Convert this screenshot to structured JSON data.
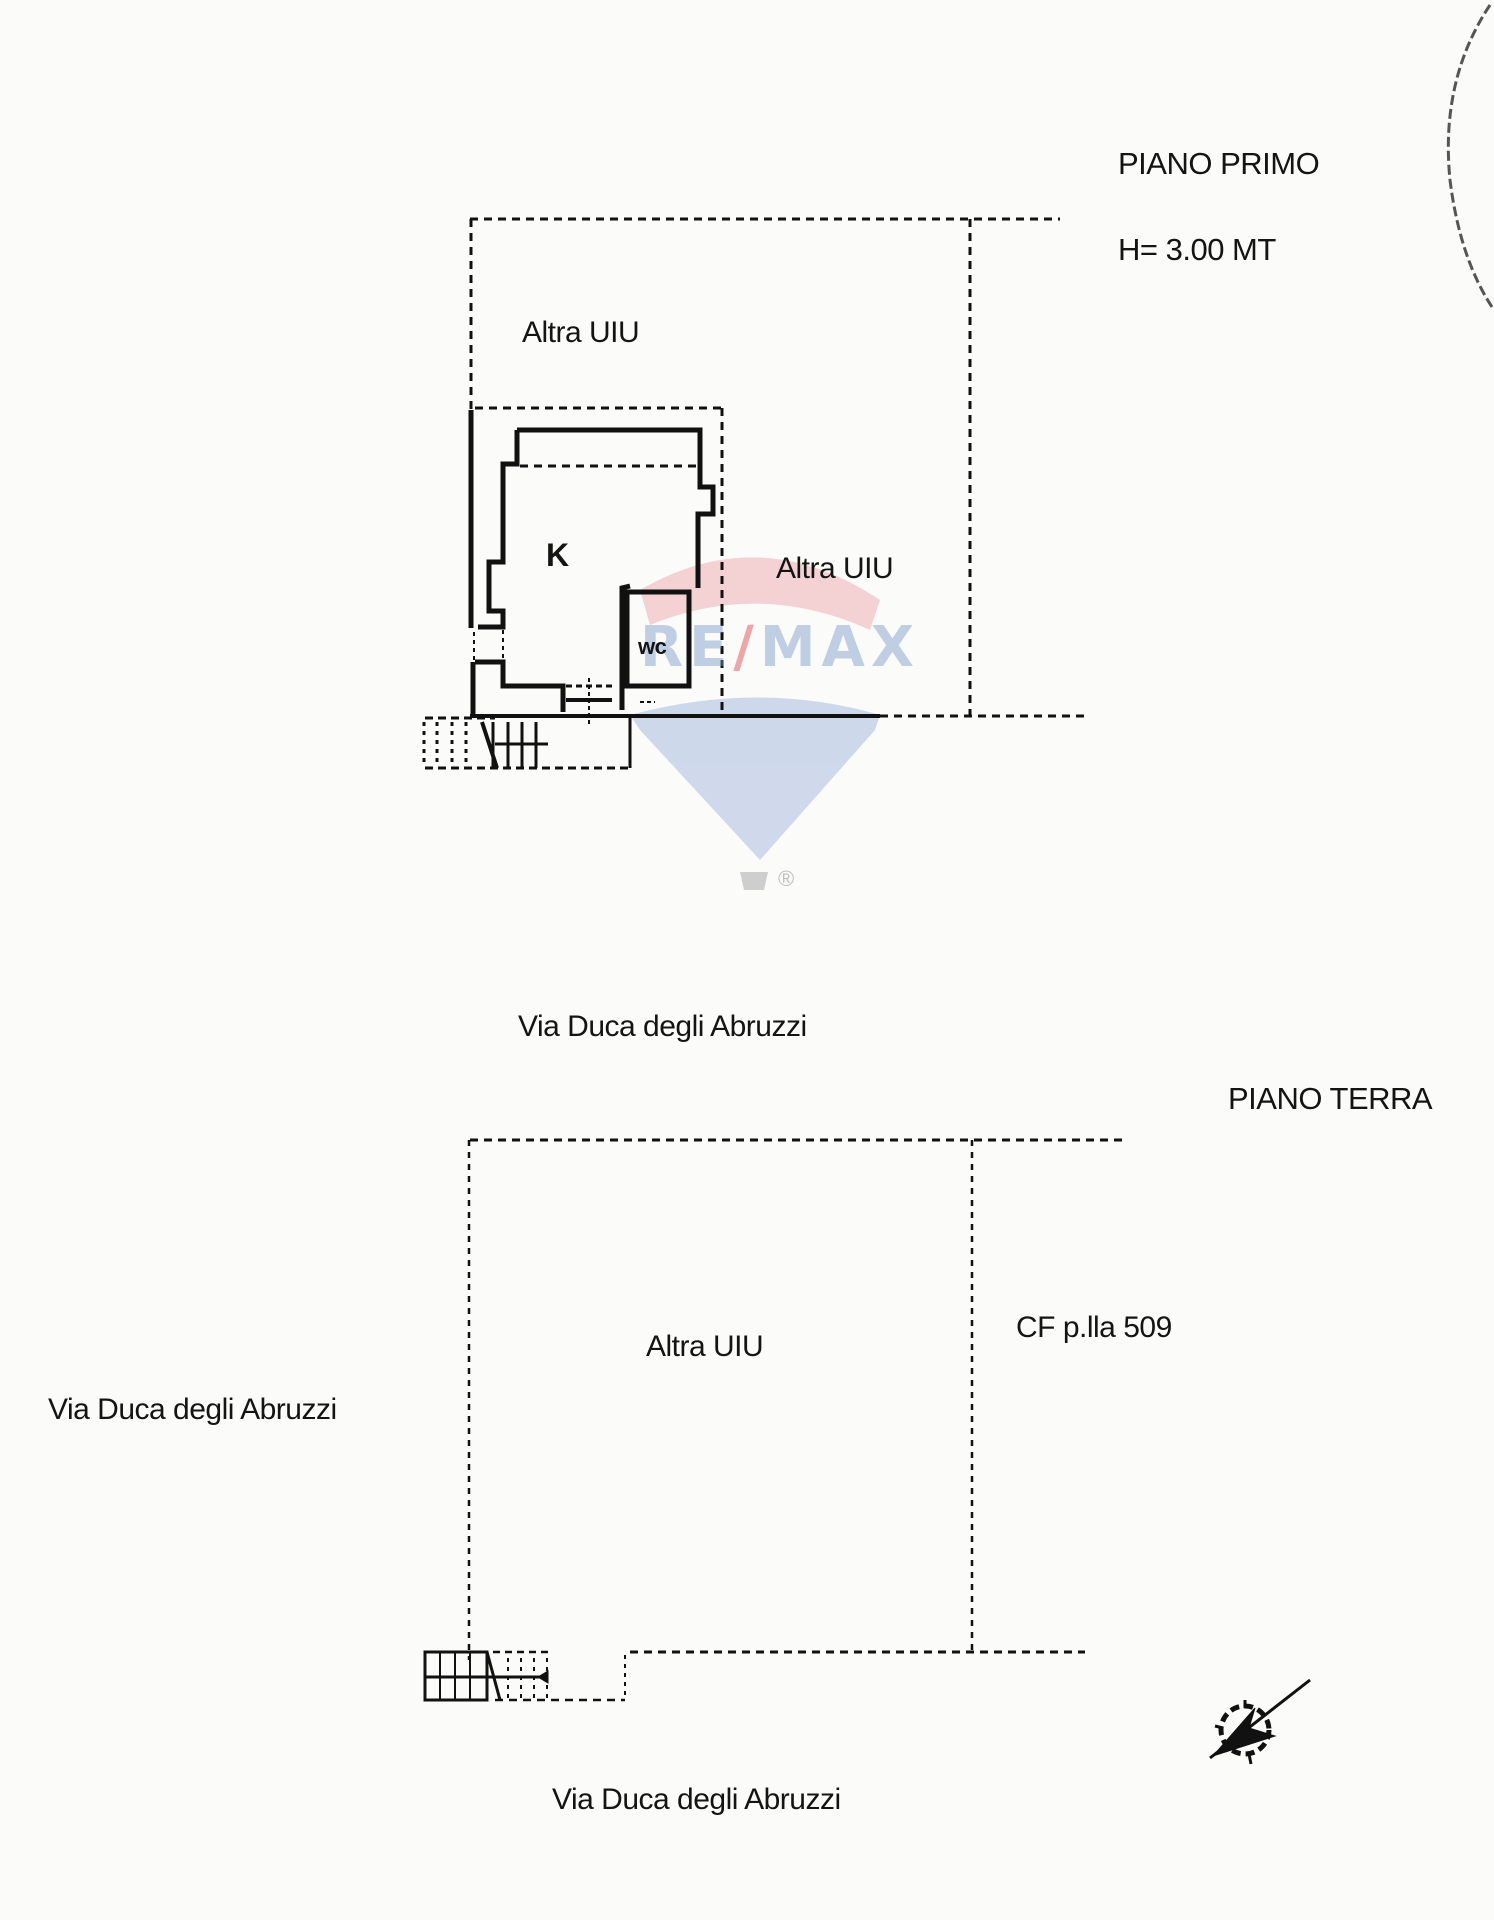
{
  "floor_plan": {
    "upper_floor": {
      "title": "PIANO PRIMO",
      "height_note": "H= 3.00 MT",
      "labels": {
        "other_unit_top": "Altra UIU",
        "other_unit_right": "Altra UIU",
        "kitchen": "K",
        "bathroom": "wc",
        "street": "Via Duca degli Abruzzi"
      }
    },
    "ground_floor": {
      "title": "PIANO TERRA",
      "labels": {
        "other_unit": "Altra UIU",
        "neighbor_parcel": "CF p.lla 509",
        "street_left": "Via Duca degli Abruzzi",
        "street_bottom": "Via Duca degli Abruzzi"
      }
    },
    "watermark": {
      "brand_left": "RE",
      "brand_slash": "/",
      "brand_right": "MAX",
      "registered_mark": "®",
      "colors": {
        "red": "#e05a66",
        "blue": "#7f9ccc",
        "gray": "#bdbdbd"
      }
    },
    "icons": {
      "north_arrow": "compass-rose-icon",
      "seal_arc": "stamp-arc"
    },
    "line_color": "#111111"
  }
}
